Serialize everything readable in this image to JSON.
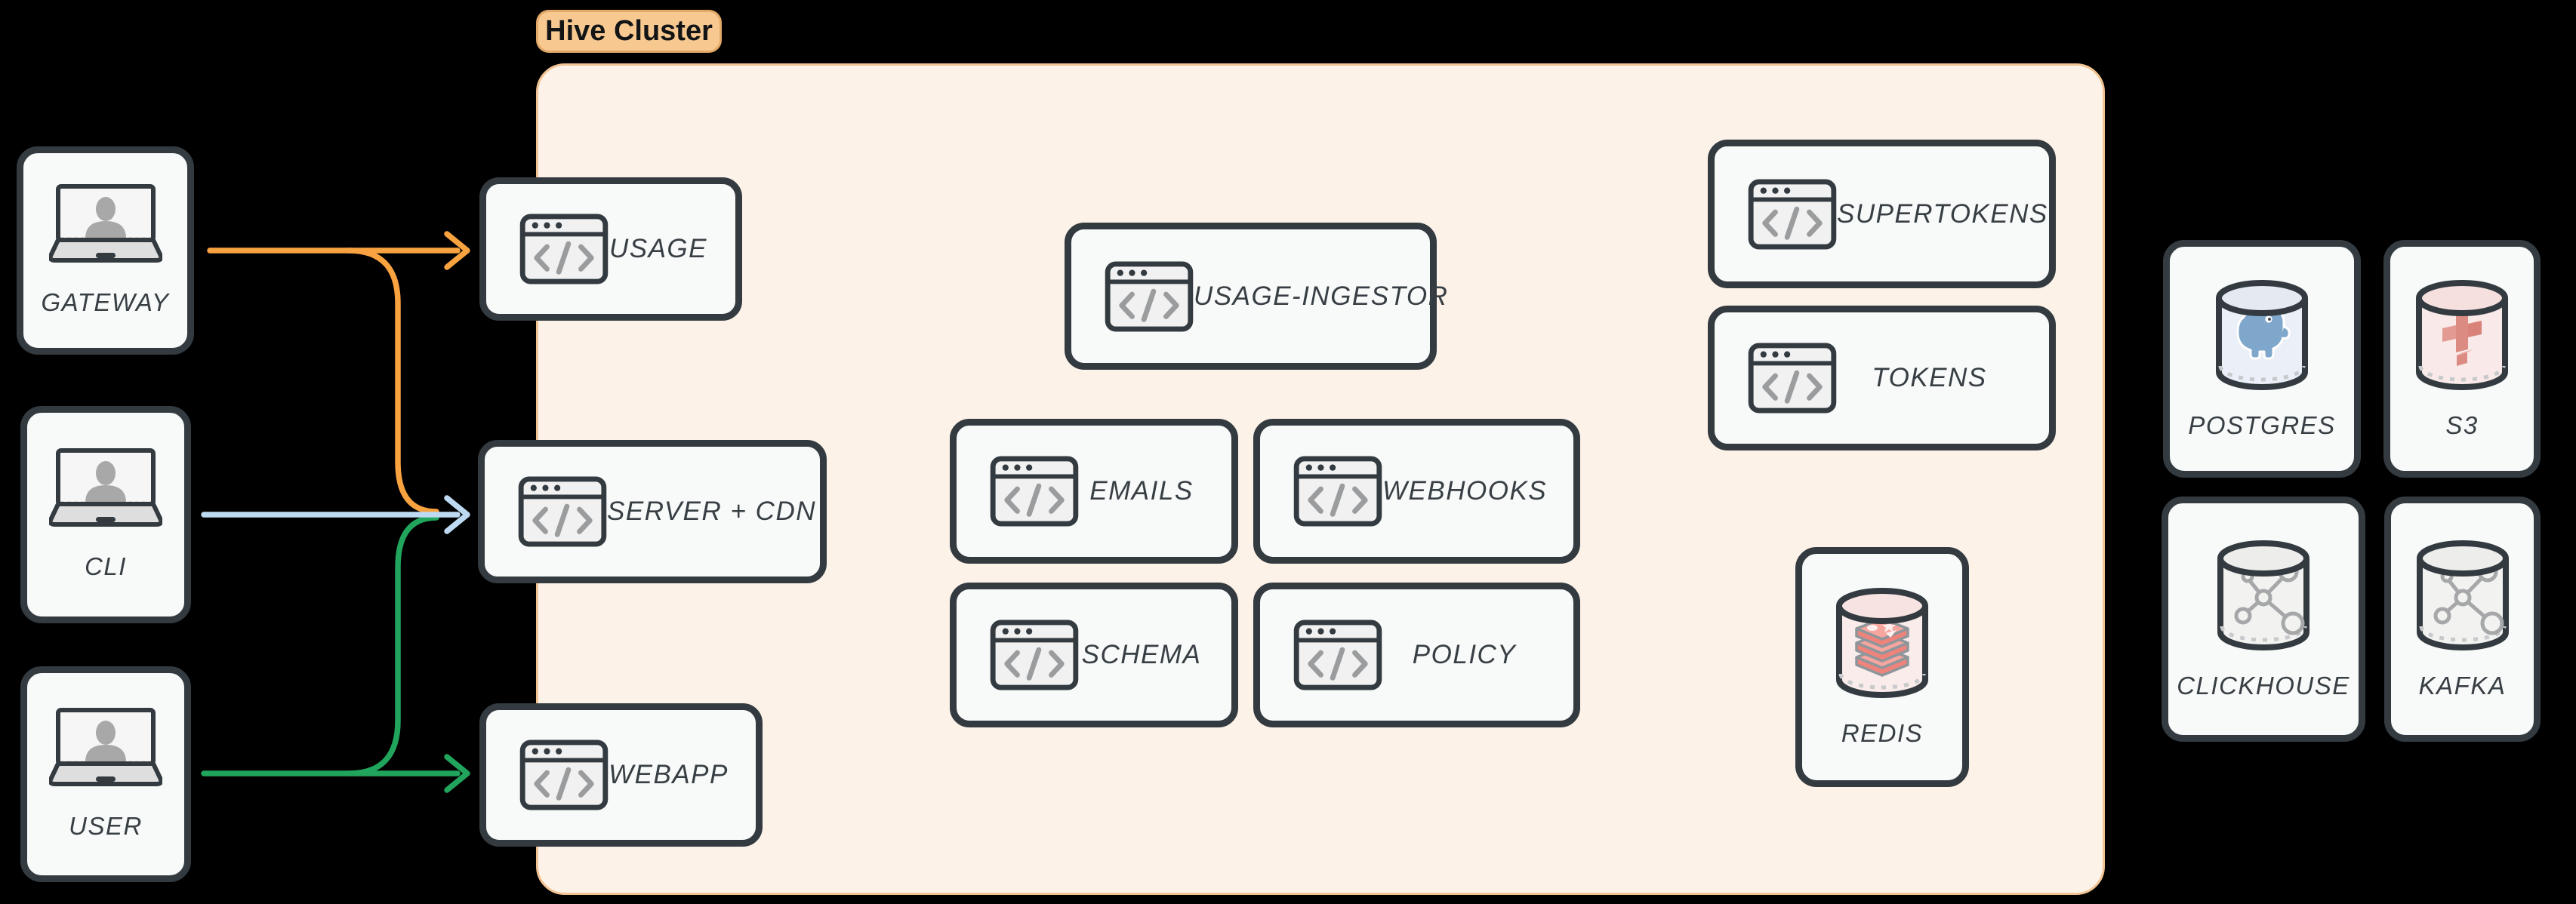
{
  "cluster": {
    "label": "Hive Cluster"
  },
  "clients": [
    {
      "label": "GATEWAY"
    },
    {
      "label": "CLI"
    },
    {
      "label": "USER"
    }
  ],
  "services": [
    {
      "label": "USAGE"
    },
    {
      "label": "SERVER + CDN"
    },
    {
      "label": "WEBAPP"
    },
    {
      "label": "USAGE-INGESTOR"
    },
    {
      "label": "EMAILS"
    },
    {
      "label": "WEBHOOKS"
    },
    {
      "label": "SCHEMA"
    },
    {
      "label": "POLICY"
    },
    {
      "label": "SUPERTOKENS"
    },
    {
      "label": "TOKENS"
    }
  ],
  "datastores": [
    {
      "label": "REDIS"
    },
    {
      "label": "POSTGRES"
    },
    {
      "label": "S3"
    },
    {
      "label": "CLICKHOUSE"
    },
    {
      "label": "KAFKA"
    }
  ],
  "edges": [
    {
      "from": "GATEWAY",
      "to": "USAGE",
      "color": "#F9A240"
    },
    {
      "from": "GATEWAY",
      "to": "SERVER + CDN",
      "color": "#F9A240"
    },
    {
      "from": "CLI",
      "to": "SERVER + CDN",
      "color": "#BEDAF2"
    },
    {
      "from": "USER",
      "to": "SERVER + CDN",
      "color": "#21A55D"
    },
    {
      "from": "USER",
      "to": "WEBAPP",
      "color": "#21A55D"
    }
  ],
  "colors": {
    "canvas_background": "#000000",
    "cluster_fill": "#FDF2E8",
    "cluster_border": "#F2C392",
    "cluster_label_fill": "#F7C990",
    "node_fill": "#F8F9F9",
    "node_border": "#333B41",
    "label_text": "#383F44",
    "arrow_orange": "#F9A240",
    "arrow_blue": "#BEDAF2",
    "arrow_green": "#21A55D"
  }
}
